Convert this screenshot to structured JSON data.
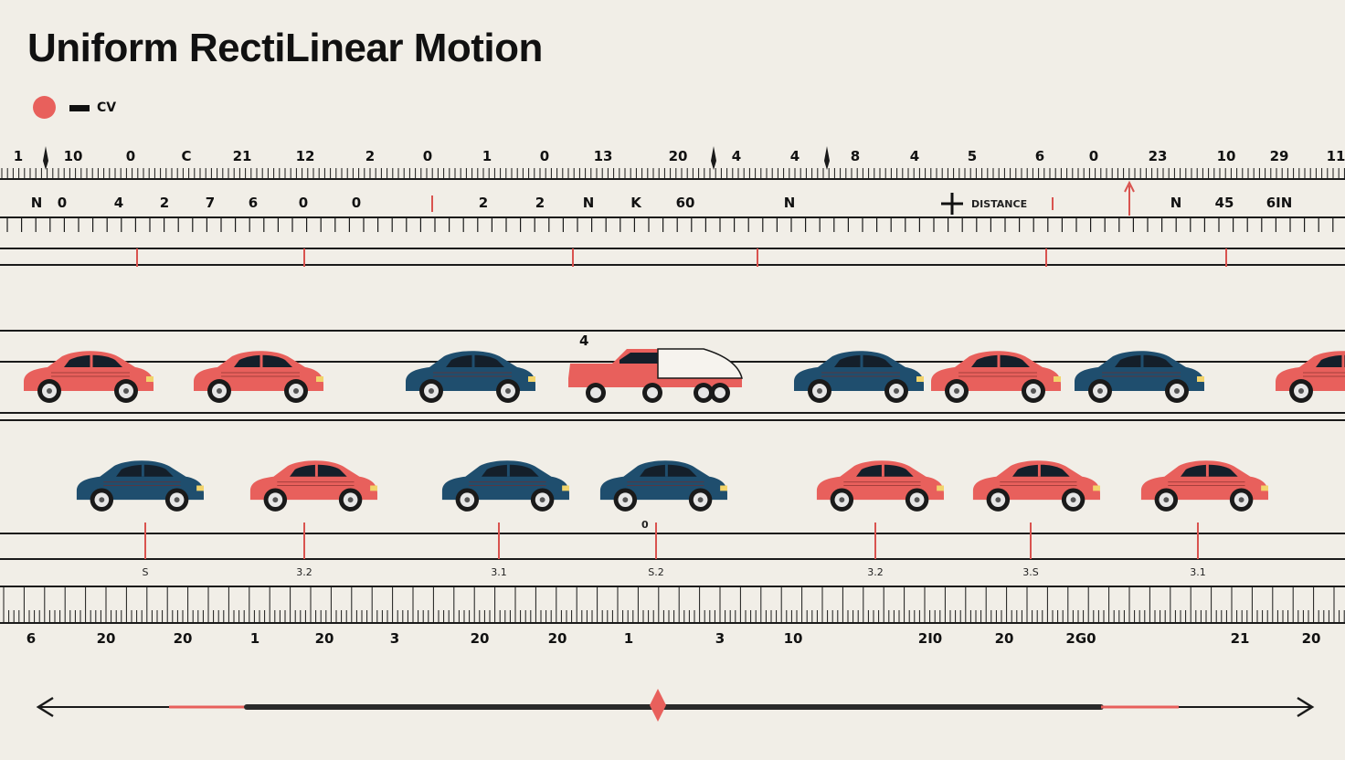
{
  "title": "Uniform RectiLinear Motion",
  "legend": {
    "label": "CV",
    "dot_color": "#e8605c"
  },
  "colors": {
    "red": "#e8605c",
    "blue": "#1f4e6e",
    "ink": "#1a1a1a",
    "background": "#f1eee7",
    "marker": "#d9534f"
  },
  "ruler_top": {
    "numbers": [
      "1",
      "10",
      "0",
      "C",
      "21",
      "12",
      "2",
      "0",
      "1",
      "0",
      "13",
      "20",
      "4",
      "4",
      "8",
      "4",
      "5",
      "6",
      "0",
      "23",
      "10",
      "29",
      "11"
    ],
    "second_row": [
      "N",
      "0",
      "4",
      "2",
      "7",
      "6",
      "0",
      "0",
      "2",
      "2",
      "N",
      "K",
      "60",
      "N",
      "N",
      "45",
      "6IN"
    ],
    "distance_label": "DISTANCE"
  },
  "lane1": {
    "cars": [
      "red",
      "red",
      "blue",
      "truck",
      "blue",
      "red",
      "blue",
      "red"
    ],
    "truck_label": "4"
  },
  "lane2": {
    "cars": [
      "blue",
      "red",
      "blue",
      "blue",
      "red",
      "red",
      "red"
    ],
    "marker_labels": [
      "S",
      "3.2",
      "3.1",
      "S.2",
      "3.2",
      "3.S",
      "3.1"
    ],
    "small_label": "0"
  },
  "ruler_bottom": {
    "numbers": [
      "6",
      "20",
      "20",
      "1",
      "20",
      "3",
      "20",
      "20",
      "1",
      "3",
      "10",
      "2I0",
      "20",
      "2G0",
      "21",
      "20"
    ]
  },
  "axis": {
    "direction": "both"
  }
}
